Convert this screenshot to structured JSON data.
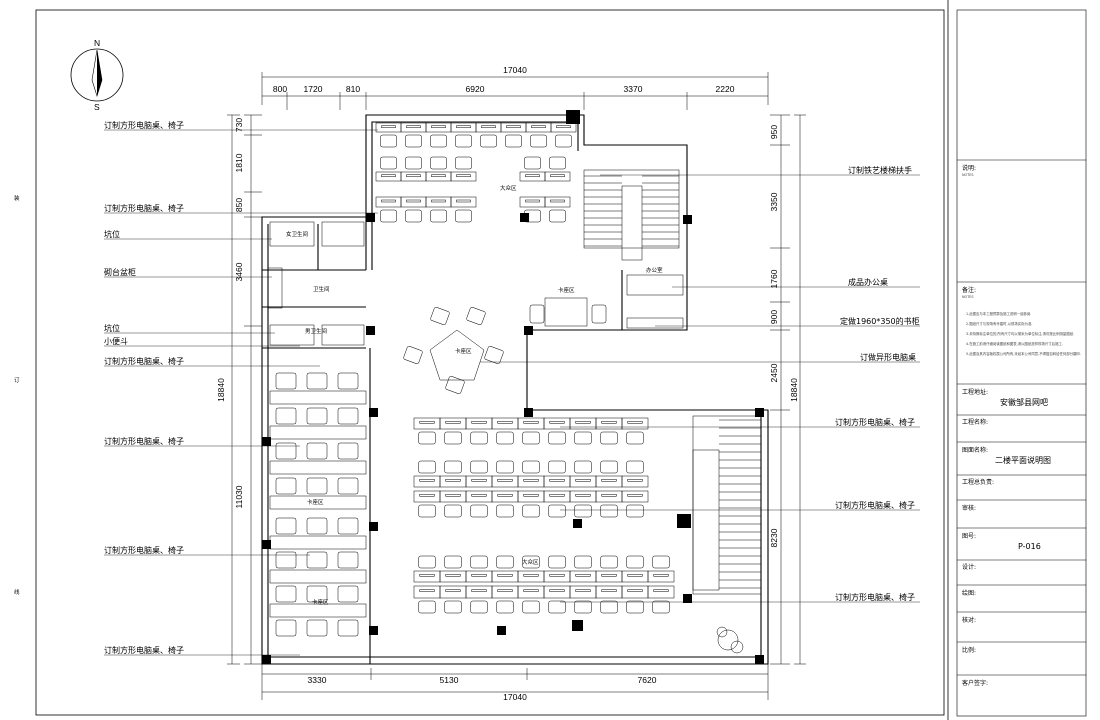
{
  "compass": {
    "north": "N",
    "south": "S"
  },
  "side_marks": [
    "装",
    "订",
    "线"
  ],
  "dims": {
    "top_total": "17040",
    "top_segments": [
      "800",
      "1720",
      "810",
      "6920",
      "3370",
      "2220"
    ],
    "bottom_total": "17040",
    "bottom_segments": [
      "3330",
      "5130",
      "7620"
    ],
    "left_segments": [
      "730",
      "1810",
      "850",
      "3460",
      "11030"
    ],
    "left_total": "18840",
    "right_segments": [
      "950",
      "3350",
      "1760",
      "900",
      "2450",
      "8230"
    ],
    "right_total": "18840"
  },
  "left_labels": [
    "订制方形电脑桌、椅子",
    "订制方形电脑桌、椅子",
    "坑位",
    "砌台盆柜",
    "坑位",
    "小便斗",
    "订制方形电脑桌、椅子",
    "订制方形电脑桌、椅子",
    "订制方形电脑桌、椅子",
    "订制方形电脑桌、椅子"
  ],
  "right_labels": [
    "订制铁艺楼梯扶手",
    "成品办公桌",
    "定做1960*350的书柜",
    "订做异形电脑桌",
    "订制方形电脑桌、椅子",
    "订制方形电脑桌、椅子",
    "订制方形电脑桌、椅子"
  ],
  "room_labels": {
    "hall_top": "大众区",
    "hall_bottom": "大众区",
    "womens_wc": "女卫生间",
    "wc": "卫生间",
    "mens_wc": "男卫生间",
    "booth_mid": "卡座区",
    "booth_center": "卡座区",
    "booth_left1": "卡座区",
    "booth_left2": "卡座区",
    "office": "办公室"
  },
  "title_block": {
    "notes_title": "说明:",
    "notes_sub": "NOTES",
    "remarks_title": "备注:",
    "remarks_sub": "NOTES",
    "remarks_lines": [
      "1.此图应与本工程预算及施工说明一起参阅.",
      "2.图纸尺寸与现场有矛盾时,以现场实际为准.",
      "3.未特殊标注单位的,所有尺寸均以毫米为单位标注,请勿按比例测量图纸.",
      "4.在施工前请仔细阅读图纸和图表,请以图纸放样现场尺寸后施工.",
      "5.此图及其内容版权属公司所有,未经本公司同意,不得擅自转给任何部分翻印."
    ],
    "project_addr_label": "工程地址:",
    "project_addr_value": "安徽邹县网吧",
    "project_name_label": "工程名称:",
    "drawing_name_label": "图面名称:",
    "drawing_name_value": "二楼平面说明图",
    "manager_label": "工程总负责:",
    "review_label": "审核:",
    "drawing_no_label": "图号:",
    "drawing_no_value": "P-016",
    "design_label": "设计:",
    "draw_label": "绘图:",
    "check_label": "核对:",
    "scale_label": "比例:",
    "client_label": "客户签字:"
  }
}
